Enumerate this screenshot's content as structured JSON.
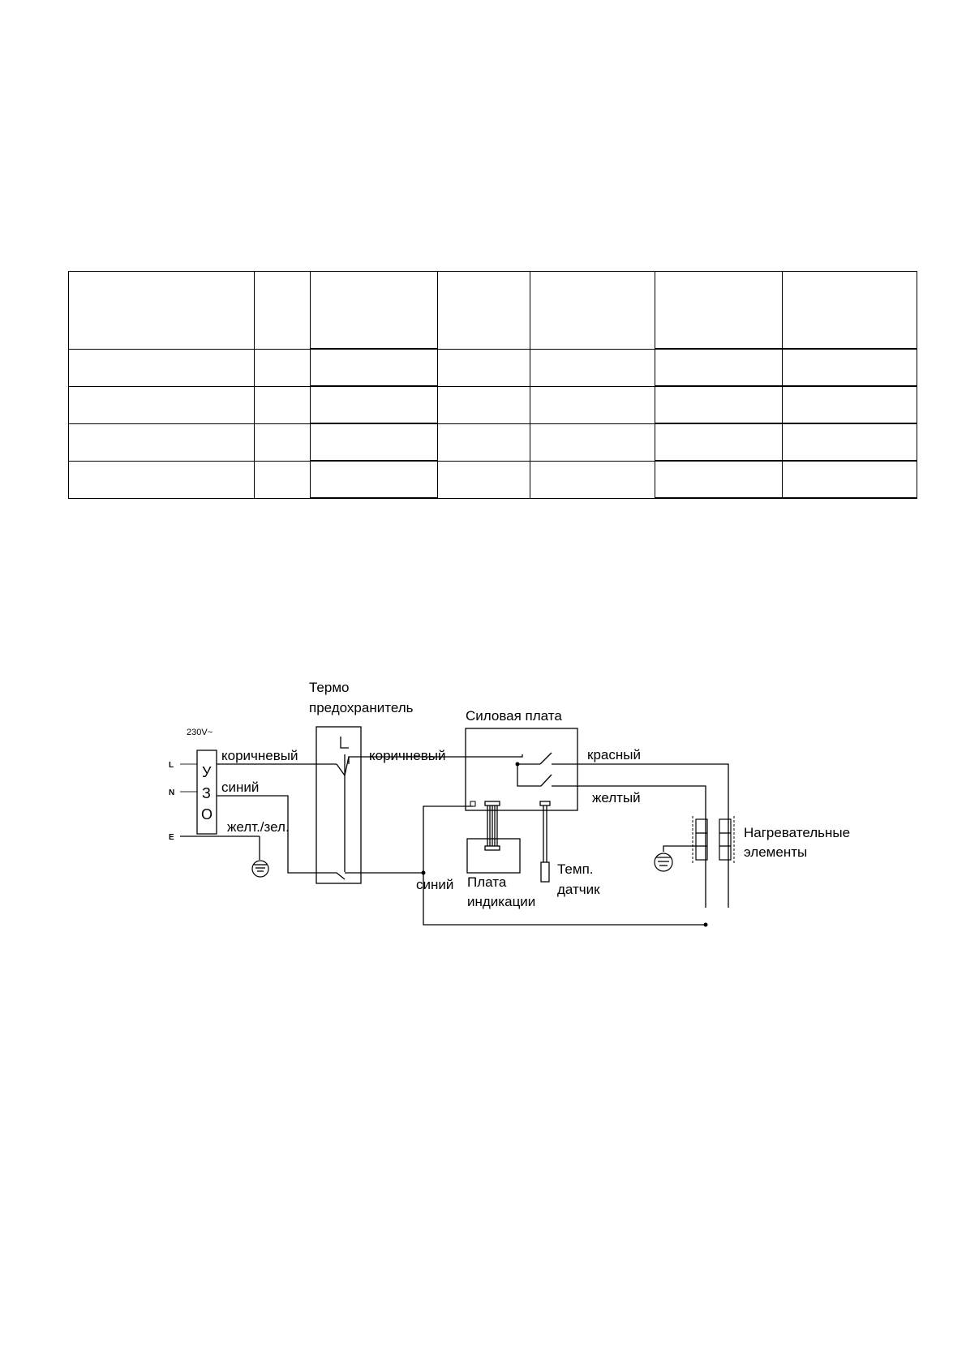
{
  "spec_table": {
    "rows": [
      [
        "",
        "",
        "",
        "",
        "",
        "",
        ""
      ],
      [
        "",
        "",
        "",
        "",
        "",
        "",
        ""
      ],
      [
        "",
        "",
        "",
        "",
        "",
        "",
        ""
      ],
      [
        "",
        "",
        "",
        "",
        "",
        "",
        ""
      ],
      [
        "",
        "",
        "",
        "",
        "",
        "",
        ""
      ]
    ]
  },
  "diagram": {
    "supply": "230V~",
    "terminals": {
      "l": "L",
      "n": "N",
      "e": "E"
    },
    "rcd": [
      "У",
      "З",
      "О"
    ],
    "wires": {
      "brown_in": "коричневый",
      "blue_in": "синий",
      "ground_in": "желт./зел.",
      "brown_out": "коричневый",
      "red": "красный",
      "yellow": "желтый",
      "blue_bottom": "синий"
    },
    "components": {
      "thermal_fuse": [
        "Термо",
        "предохранитель"
      ],
      "power_board": "Силовая плата",
      "display_board": [
        "Плата",
        "индикации"
      ],
      "temp_sensor": [
        "Темп.",
        "датчик"
      ],
      "heating_elements": [
        "Нагревательные",
        "элементы"
      ]
    }
  }
}
